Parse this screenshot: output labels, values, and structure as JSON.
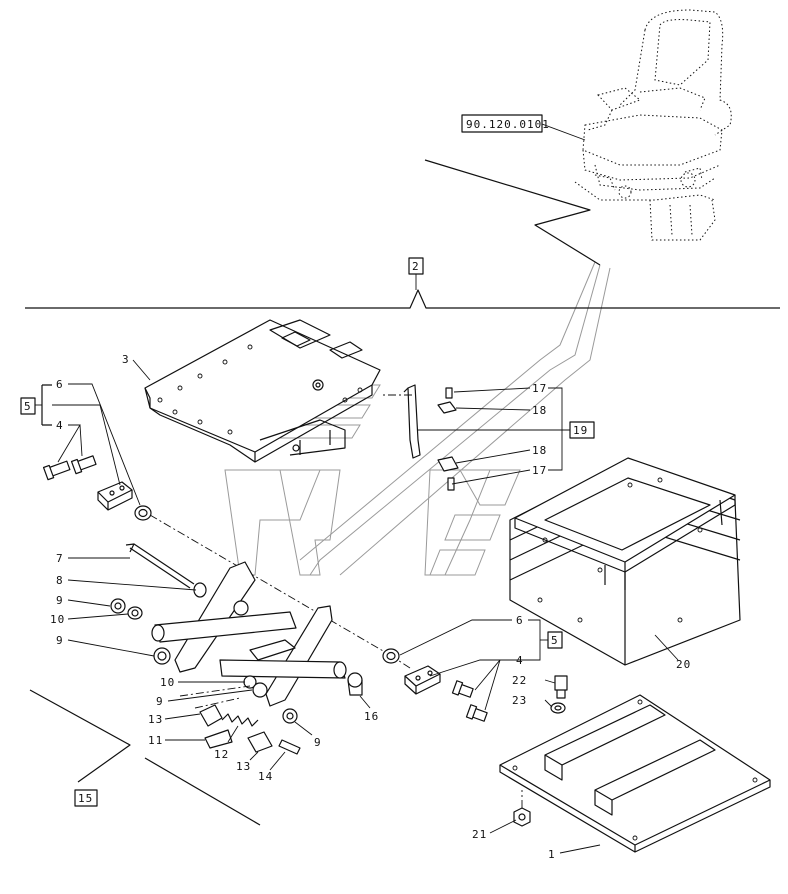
{
  "references": {
    "catalog_ref": "90.120.0101",
    "group_2": "2",
    "group_15": "15",
    "box_5_top": "5",
    "box_5_bottom": "5",
    "box_19": "19"
  },
  "callouts": {
    "c1": "1",
    "c3": "3",
    "c4_top": "4",
    "c4_bottom": "4",
    "c6_top": "6",
    "c6_bottom": "6",
    "c7": "7",
    "c8": "8",
    "c9_a": "9",
    "c9_b": "9",
    "c9_c": "9",
    "c9_d": "9",
    "c10_a": "10",
    "c10_b": "10",
    "c11": "11",
    "c12": "12",
    "c13_a": "13",
    "c13_b": "13",
    "c14": "14",
    "c16": "16",
    "c17_top": "17",
    "c17_bottom": "17",
    "c18_top": "18",
    "c18_bottom": "18",
    "c20": "20",
    "c21": "21",
    "c22": "22",
    "c23": "23"
  }
}
